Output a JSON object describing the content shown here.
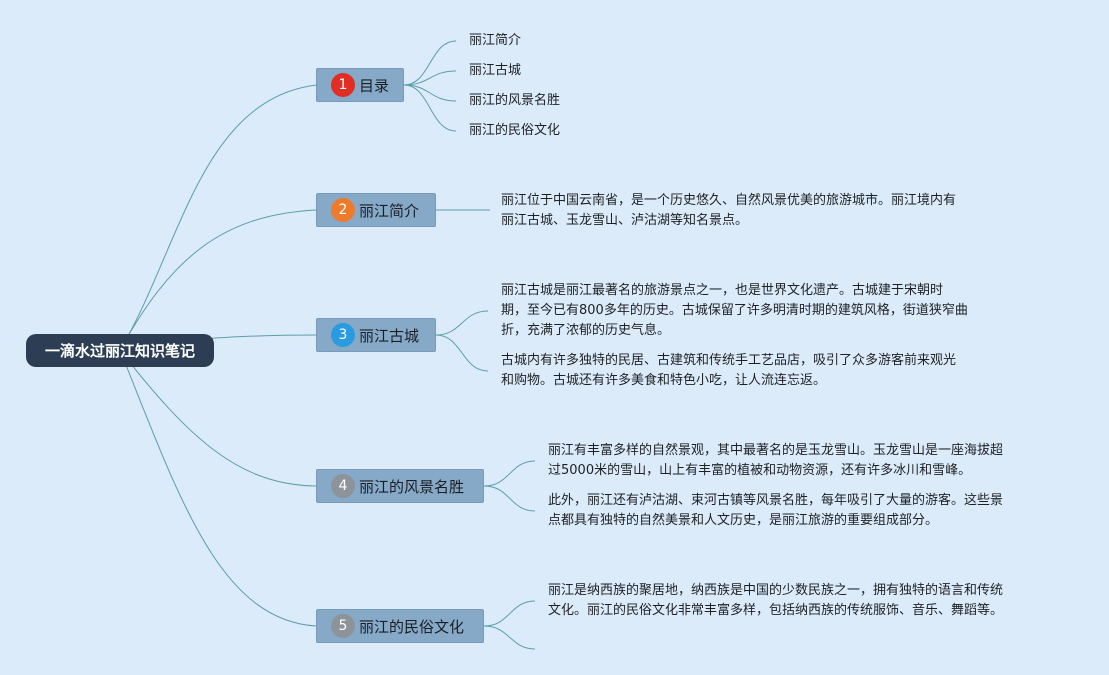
{
  "root": {
    "label": "一滴水过丽江知识笔记"
  },
  "branches": [
    {
      "num": "1",
      "label": "目录",
      "color": "#e02e24",
      "items": [
        "丽江简介",
        "丽江古城",
        "丽江的风景名胜",
        "丽江的民俗文化"
      ]
    },
    {
      "num": "2",
      "label": "丽江简介",
      "color": "#ee7a2c",
      "paragraphs": [
        [
          "丽江位于中国云南省，是一个历史悠久、自然风景优美的旅游城市。丽江境内有",
          "丽江古城、玉龙雪山、泸沽湖等知名景点。"
        ]
      ]
    },
    {
      "num": "3",
      "label": "丽江古城",
      "color": "#2a9be0",
      "paragraphs": [
        [
          "丽江古城是丽江最著名的旅游景点之一，也是世界文化遗产。古城建于宋朝时",
          "期，至今已有800多年的历史。古城保留了许多明清时期的建筑风格，街道狭窄曲",
          "折，充满了浓郁的历史气息。"
        ],
        [
          "古城内有许多独特的民居、古建筑和传统手工艺品店，吸引了众多游客前来观光",
          "和购物。古城还有许多美食和特色小吃，让人流连忘返。"
        ]
      ]
    },
    {
      "num": "4",
      "label": "丽江的风景名胜",
      "color": "#8c9399",
      "paragraphs": [
        [
          "丽江有丰富多样的自然景观，其中最著名的是玉龙雪山。玉龙雪山是一座海拔超",
          "过5000米的雪山，山上有丰富的植被和动物资源，还有许多冰川和雪峰。"
        ],
        [
          "此外，丽江还有泸沽湖、束河古镇等风景名胜，每年吸引了大量的游客。这些景",
          "点都具有独特的自然美景和人文历史，是丽江旅游的重要组成部分。"
        ]
      ]
    },
    {
      "num": "5",
      "label": "丽江的民俗文化",
      "color": "#8c9399",
      "paragraphs": [
        [
          "丽江是纳西族的聚居地，纳西族是中国的少数民族之一，拥有独特的语言和传统",
          "文化。丽江的民俗文化非常丰富多样，包括纳西族的传统服饰、音乐、舞蹈等。"
        ]
      ]
    }
  ]
}
